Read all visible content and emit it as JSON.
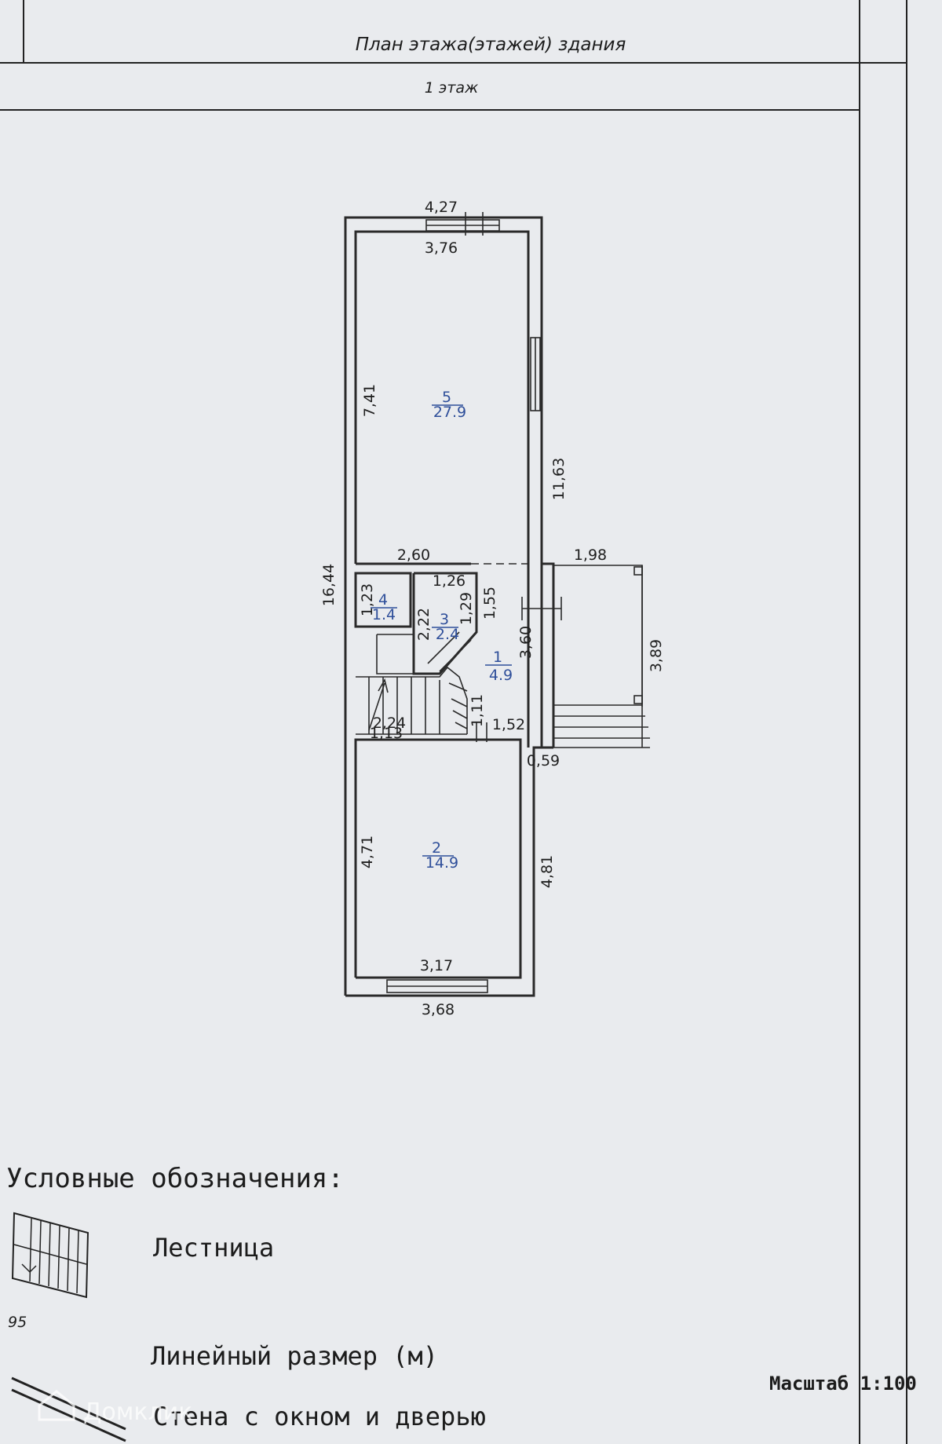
{
  "header": {
    "title": "План этажа(этажей) здания",
    "floor": "1 этаж"
  },
  "rooms": [
    {
      "number": "5",
      "area": "27.9"
    },
    {
      "number": "4",
      "area": "1.4"
    },
    {
      "number": "3",
      "area": "2.4"
    },
    {
      "number": "1",
      "area": "4.9"
    },
    {
      "number": "2",
      "area": "14.9"
    }
  ],
  "dimensions": {
    "top_outer": "4,27",
    "top_inner": "3,76",
    "room5_height": "7,41",
    "right_wall": "11,63",
    "overall_length": "16,44",
    "room5_bottom": "2,60",
    "porch_width": "1,98",
    "room4_height": "1,23",
    "room3_width": "1,26",
    "room3_height_left": "2,22",
    "room3_height_right": "1,29",
    "hall_upper": "1,55",
    "hall_right": "3,60",
    "porch_height": "3,89",
    "stair_width": "2,24",
    "stair_small": "1,13",
    "hall_lower": "1,11",
    "hall_bottom": "1,52",
    "offset": "0,59",
    "room2_left": "4,71",
    "room2_right": "4,81",
    "bottom_inner": "3,17",
    "bottom_outer": "3,68"
  },
  "legend": {
    "heading": "Условные обозначения:",
    "stairs": "Лестница",
    "stair_side_number": "95",
    "linear_size": "Линейный размер (м)",
    "wall_window_door": "Стена с окном и дверью"
  },
  "scale": "Масштаб 1:100",
  "watermark": "Домклик"
}
